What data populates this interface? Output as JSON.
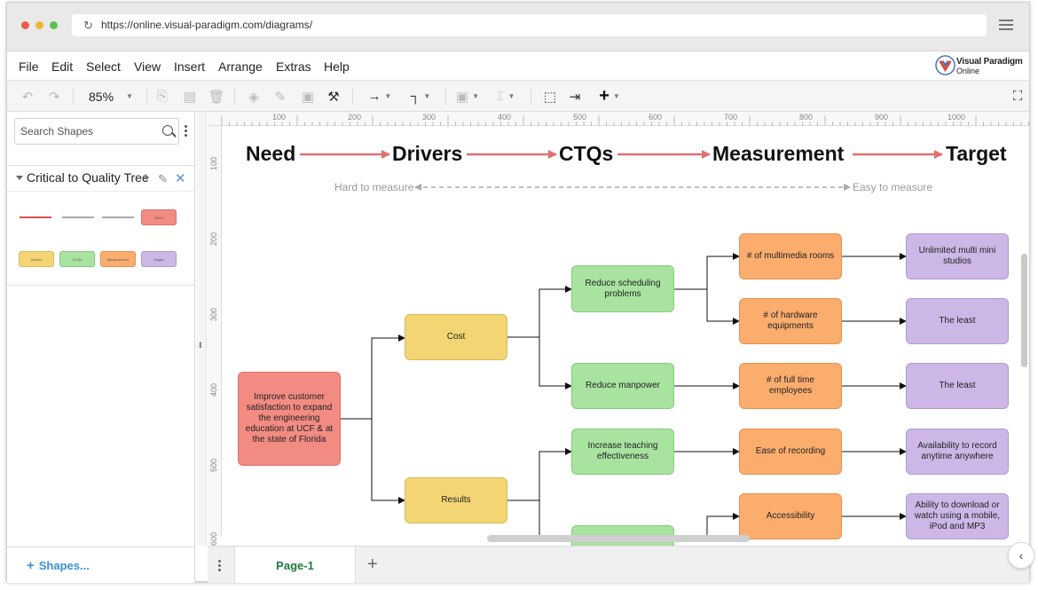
{
  "browser": {
    "url": "https://online.visual-paradigm.com/diagrams/",
    "traffic_light_colors": [
      "#ee5b52",
      "#f2b537",
      "#57c34d"
    ]
  },
  "menubar": {
    "items": [
      "File",
      "Edit",
      "Select",
      "View",
      "Insert",
      "Arrange",
      "Extras",
      "Help"
    ],
    "logo_line1": "Visual Paradigm",
    "logo_line2": "Online"
  },
  "toolbar": {
    "zoom": "85%",
    "icons": [
      "undo-icon",
      "redo-icon",
      "copy-icon",
      "paste-icon",
      "delete-icon",
      "fill-color-icon",
      "line-color-icon",
      "shadow-icon",
      "format-painter-icon",
      "connector-style-icon",
      "waypoint-icon",
      "to-front-icon",
      "align-icon",
      "fit-page-icon",
      "insert-icon",
      "add-icon",
      "fullscreen-icon"
    ]
  },
  "left_panel": {
    "search_placeholder": "Search Shapes",
    "palette_title": "Critical to Quality Tree",
    "palette_swatch_labels": [
      "Need",
      "Drivers",
      "CTQs",
      "Measurement",
      "Target"
    ],
    "more_shapes": "Shapes..."
  },
  "canvas": {
    "ruler_top": [
      "100",
      "200",
      "300",
      "400",
      "500",
      "600",
      "700",
      "800",
      "900",
      "1000"
    ],
    "ruler_left": [
      "100",
      "200",
      "300",
      "400",
      "500",
      "600"
    ],
    "headers": [
      "Need",
      "Drivers",
      "CTQs",
      "Measurement",
      "Target"
    ],
    "hint_left": "Hard to measure",
    "hint_right": "Easy to measure",
    "need": "Improve customer satisfaction to expand the engineering education at UCF & at the state of Florida",
    "drivers": [
      "Cost",
      "Results"
    ],
    "ctqs": [
      "Reduce scheduling problems",
      "Reduce manpower",
      "Increase teaching effectiveness",
      ""
    ],
    "measurements": [
      "# of multimedia rooms",
      "# of hardware equipments",
      "# of full time employees",
      "Ease of recording",
      "Accessibility"
    ],
    "targets": [
      "Unlimited multi mini studios",
      "The least",
      "The least",
      "Availability to record anytime anywhere",
      "Ability to download or watch using a mobile, iPod and MP3"
    ],
    "colors": {
      "need": "#f28b82",
      "driver": "#f3d574",
      "ctq": "#a8e4a0",
      "measurement": "#fbad6e",
      "target": "#cdb7e6",
      "header_arrow": "#e07070",
      "connector": "#111111"
    }
  },
  "bottom": {
    "page_tab": "Page-1"
  }
}
